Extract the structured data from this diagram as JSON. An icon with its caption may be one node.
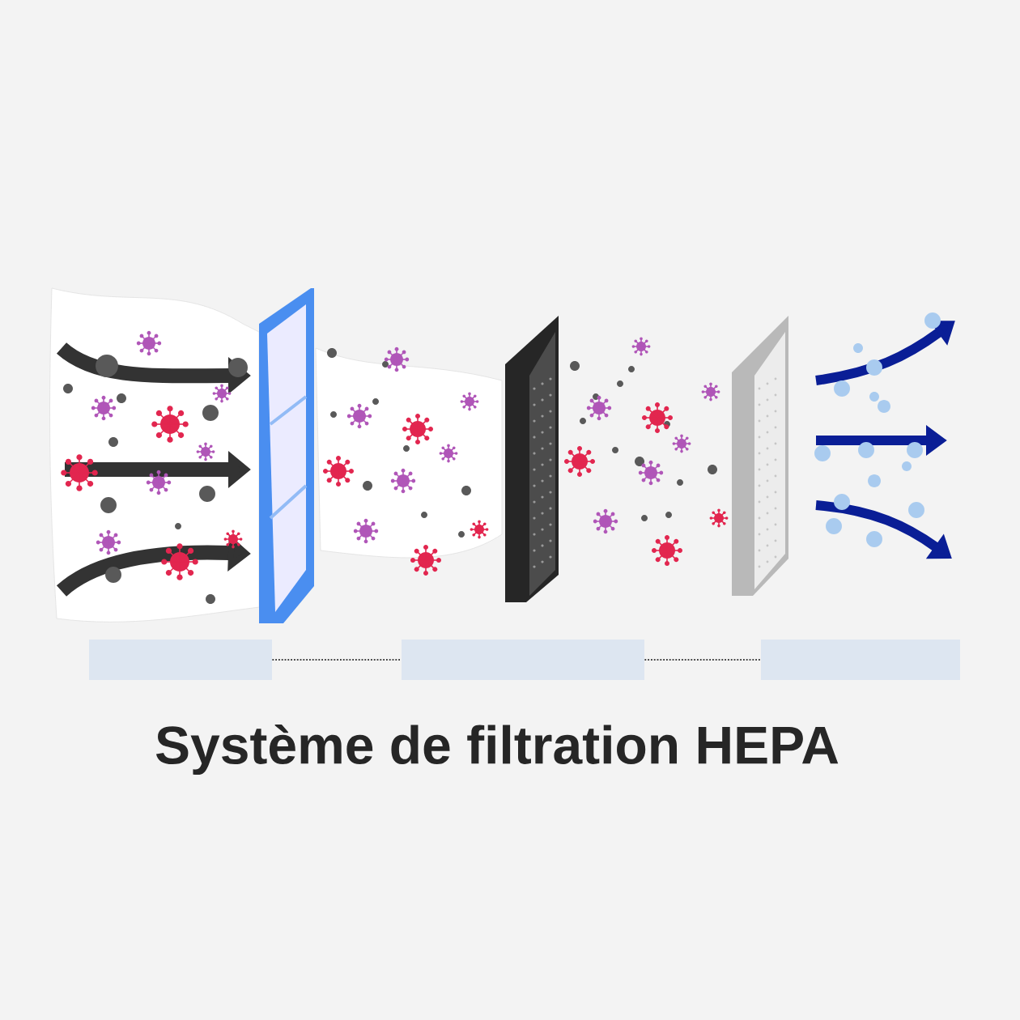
{
  "diagram": {
    "title": "Système de filtration HEPA",
    "nodes": [
      {
        "text": [],
        "shape": "bar"
      },
      {
        "text": [],
        "shape": "bar"
      },
      {
        "text": [],
        "shape": "bar"
      }
    ],
    "edges": [
      {
        "from": 0,
        "to": 1,
        "arrow": "none",
        "style": "dashed"
      },
      {
        "from": 1,
        "to": 2,
        "arrow": "none",
        "style": "dashed"
      }
    ]
  }
}
